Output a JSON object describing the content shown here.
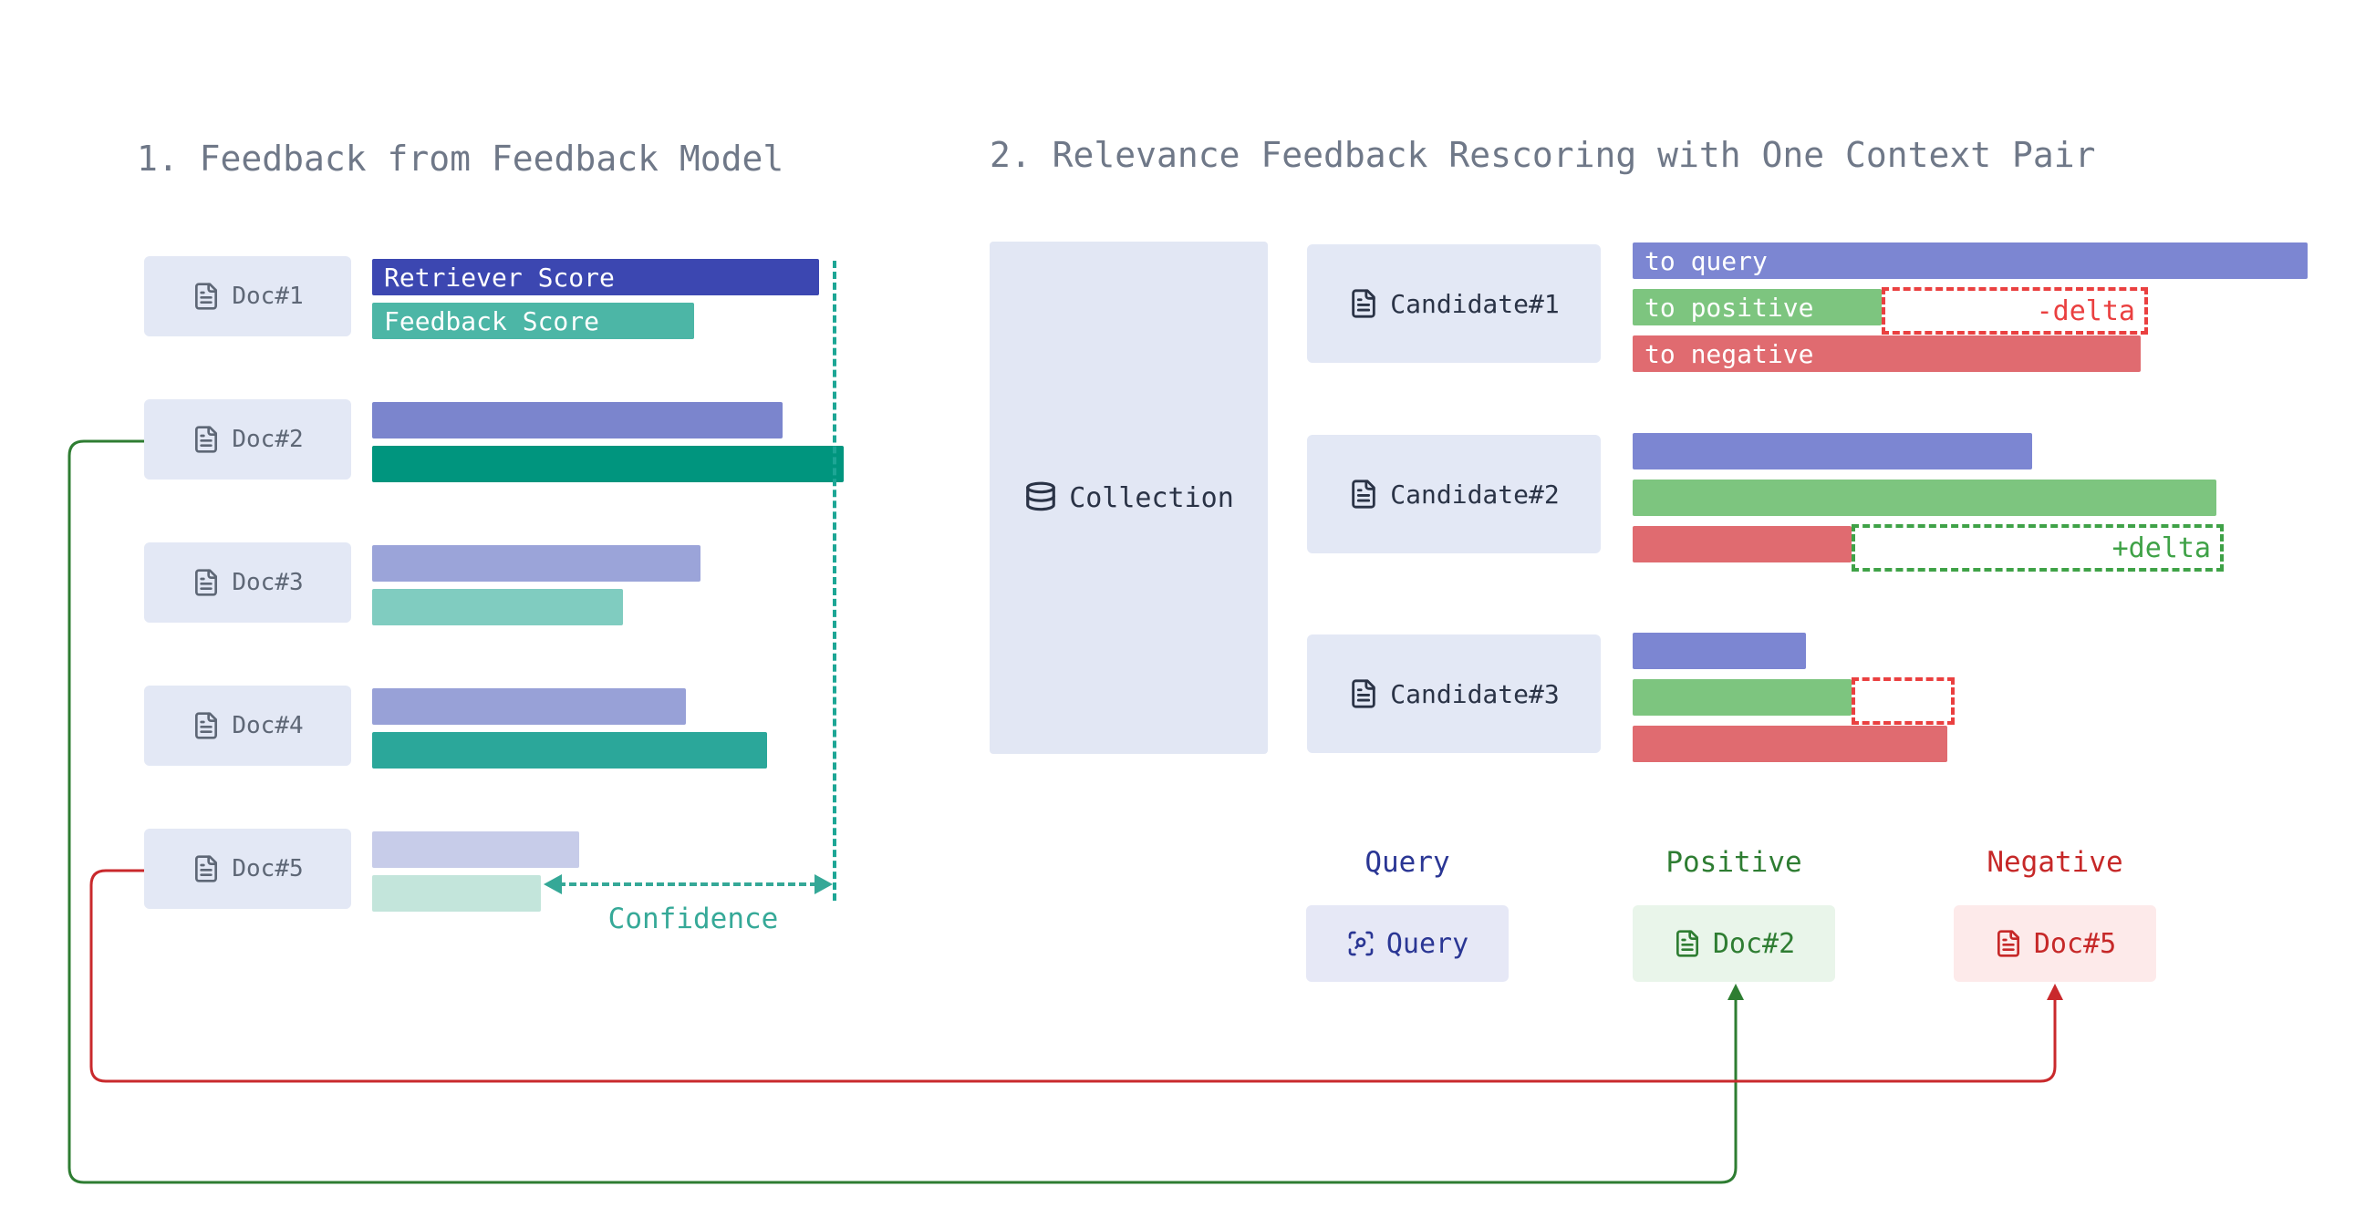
{
  "section1": {
    "title": "1. Feedback from Feedback Model",
    "bars_legend": {
      "retriever": "Retriever Score",
      "feedback": "Feedback Score"
    },
    "docs": [
      {
        "label": "Doc#1",
        "retriever_w": 490,
        "feedback_w": 353
      },
      {
        "label": "Doc#2",
        "retriever_w": 450,
        "feedback_w": 517
      },
      {
        "label": "Doc#3",
        "retriever_w": 360,
        "feedback_w": 275
      },
      {
        "label": "Doc#4",
        "retriever_w": 344,
        "feedback_w": 433
      },
      {
        "label": "Doc#5",
        "retriever_w": 227,
        "feedback_w": 185
      }
    ],
    "confidence_label": "Confidence"
  },
  "section2": {
    "title": "2. Relevance Feedback Rescoring with One Context Pair",
    "collection_label": "Collection",
    "candidates": [
      {
        "label": "Candidate#1",
        "query_label": "to query",
        "positive_label": "to positive",
        "negative_label": "to negative",
        "query_w": 740,
        "positive_w": 273,
        "negative_w": 557,
        "delta_w": 284,
        "delta_label": "-delta",
        "delta_type": "negative"
      },
      {
        "label": "Candidate#2",
        "query_label": "",
        "positive_label": "",
        "negative_label": "",
        "query_w": 438,
        "positive_w": 640,
        "negative_w": 240,
        "delta_w": 400,
        "delta_label": "+delta",
        "delta_type": "positive"
      },
      {
        "label": "Candidate#3",
        "query_label": "",
        "positive_label": "",
        "negative_label": "",
        "query_w": 190,
        "positive_w": 240,
        "negative_w": 345,
        "delta_w": 105,
        "delta_label": "",
        "delta_type": "negative"
      }
    ],
    "context_pair": {
      "query": {
        "heading": "Query",
        "label": "Query"
      },
      "positive": {
        "heading": "Positive",
        "label": "Doc#2"
      },
      "negative": {
        "heading": "Negative",
        "label": "Doc#5"
      }
    }
  },
  "icons": {
    "doc": "file-text-icon",
    "collection": "database-icon",
    "query": "scan-search-icon"
  },
  "colors": {
    "title_text": "#6f7888",
    "entity_box_bg": "#e3e8f5",
    "doc_text": "#5e6776",
    "candidate_text": "#2a3346",
    "retriever_score_bar": "#3c47b1",
    "feedback_score_bar": "#4cb6a6",
    "doc2_retriever": "#7b85cd",
    "doc2_feedback": "#00957e",
    "doc3_retriever": "#9ba4d9",
    "doc3_feedback": "#80ccc0",
    "doc4_retriever": "#98a1d7",
    "doc4_feedback": "#2ba79a",
    "doc5_retriever": "#c7cce9",
    "doc5_feedback": "#c3e5db",
    "to_query_bar": "#7c86d2",
    "to_positive_bar": "#7dc57f",
    "to_negative_bar": "#e06b70",
    "delta_negative": "#ea4040",
    "delta_positive": "#3fa247",
    "confidence_teal": "#36a998",
    "query_navy": "#2a3694",
    "positive_green": "#2e7d32",
    "negative_red": "#c62828"
  }
}
